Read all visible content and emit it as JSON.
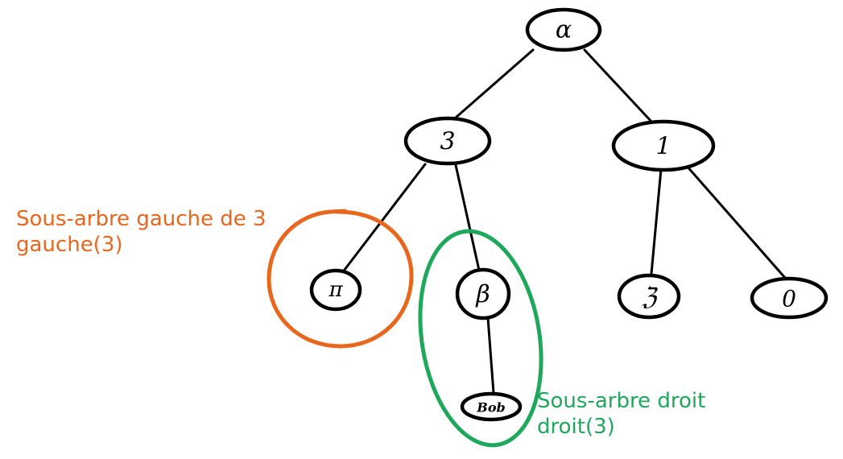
{
  "colors": {
    "orange": "#e8671e",
    "green": "#1fa75c",
    "ink": "#000000"
  },
  "tree": {
    "root": {
      "label": "α"
    },
    "n3": {
      "label": "3"
    },
    "n1": {
      "label": "1"
    },
    "pi": {
      "label": "π"
    },
    "beta": {
      "label": "β"
    },
    "z": {
      "label": "ℨ"
    },
    "zero": {
      "label": "0"
    },
    "bob": {
      "label": "Bob"
    }
  },
  "annotations": {
    "left": {
      "line1": "Sous-arbre gauche de 3",
      "line2": "gauche(3)"
    },
    "right": {
      "line1": "Sous-arbre droit",
      "line2": "droit(3)"
    }
  }
}
